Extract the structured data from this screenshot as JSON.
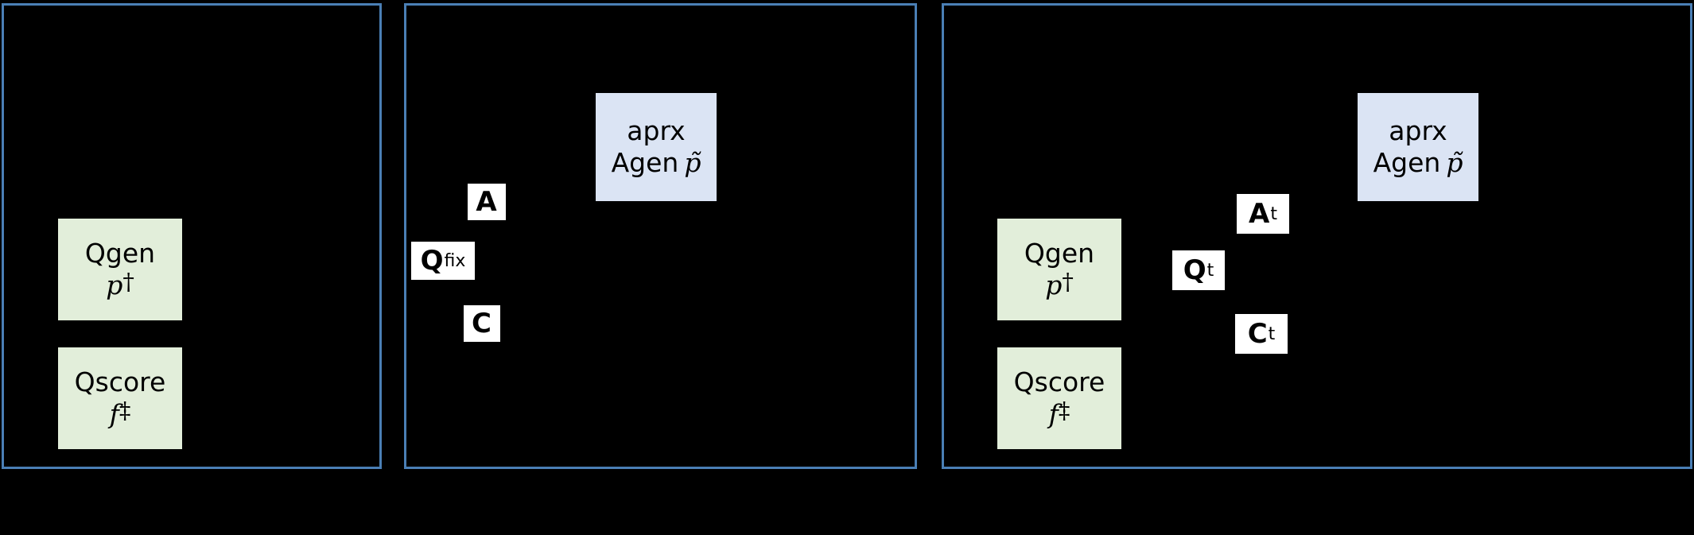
{
  "figure": {
    "background_color": "#000000",
    "panel_border_color": "#4a7fb5",
    "module_box_color": "#e2eeda",
    "approximator_box_color": "#dbe4f4",
    "label_box_color": "#ffffff"
  },
  "panels": [
    {
      "id": "panel-a",
      "modules": [
        {
          "name": "qgen",
          "line1": "Qgen",
          "line2_symbol": "p",
          "line2_mark": "†"
        },
        {
          "name": "qscore",
          "line1": "Qscore",
          "line2_symbol": "f",
          "line2_mark": "‡"
        }
      ],
      "approximators": [],
      "labels": []
    },
    {
      "id": "panel-b",
      "modules": [],
      "approximators": [
        {
          "name": "aprx-agen",
          "line1": "aprx",
          "line2_prefix": "Agen",
          "line2_symbol": "p̃"
        }
      ],
      "labels": [
        {
          "name": "label-a",
          "main": "A",
          "sub": ""
        },
        {
          "name": "label-q-fix",
          "main": "Q",
          "sub": "fix"
        },
        {
          "name": "label-c",
          "main": "C",
          "sub": ""
        }
      ]
    },
    {
      "id": "panel-c",
      "modules": [
        {
          "name": "qgen",
          "line1": "Qgen",
          "line2_symbol": "p",
          "line2_mark": "†"
        },
        {
          "name": "qscore",
          "line1": "Qscore",
          "line2_symbol": "f",
          "line2_mark": "‡"
        }
      ],
      "approximators": [
        {
          "name": "aprx-agen",
          "line1": "aprx",
          "line2_prefix": "Agen",
          "line2_symbol": "p̃"
        }
      ],
      "labels": [
        {
          "name": "label-a-t",
          "main": "A",
          "sub": "t"
        },
        {
          "name": "label-q-t",
          "main": "Q",
          "sub": "t"
        },
        {
          "name": "label-c-t",
          "main": "C",
          "sub": "t"
        }
      ]
    }
  ]
}
